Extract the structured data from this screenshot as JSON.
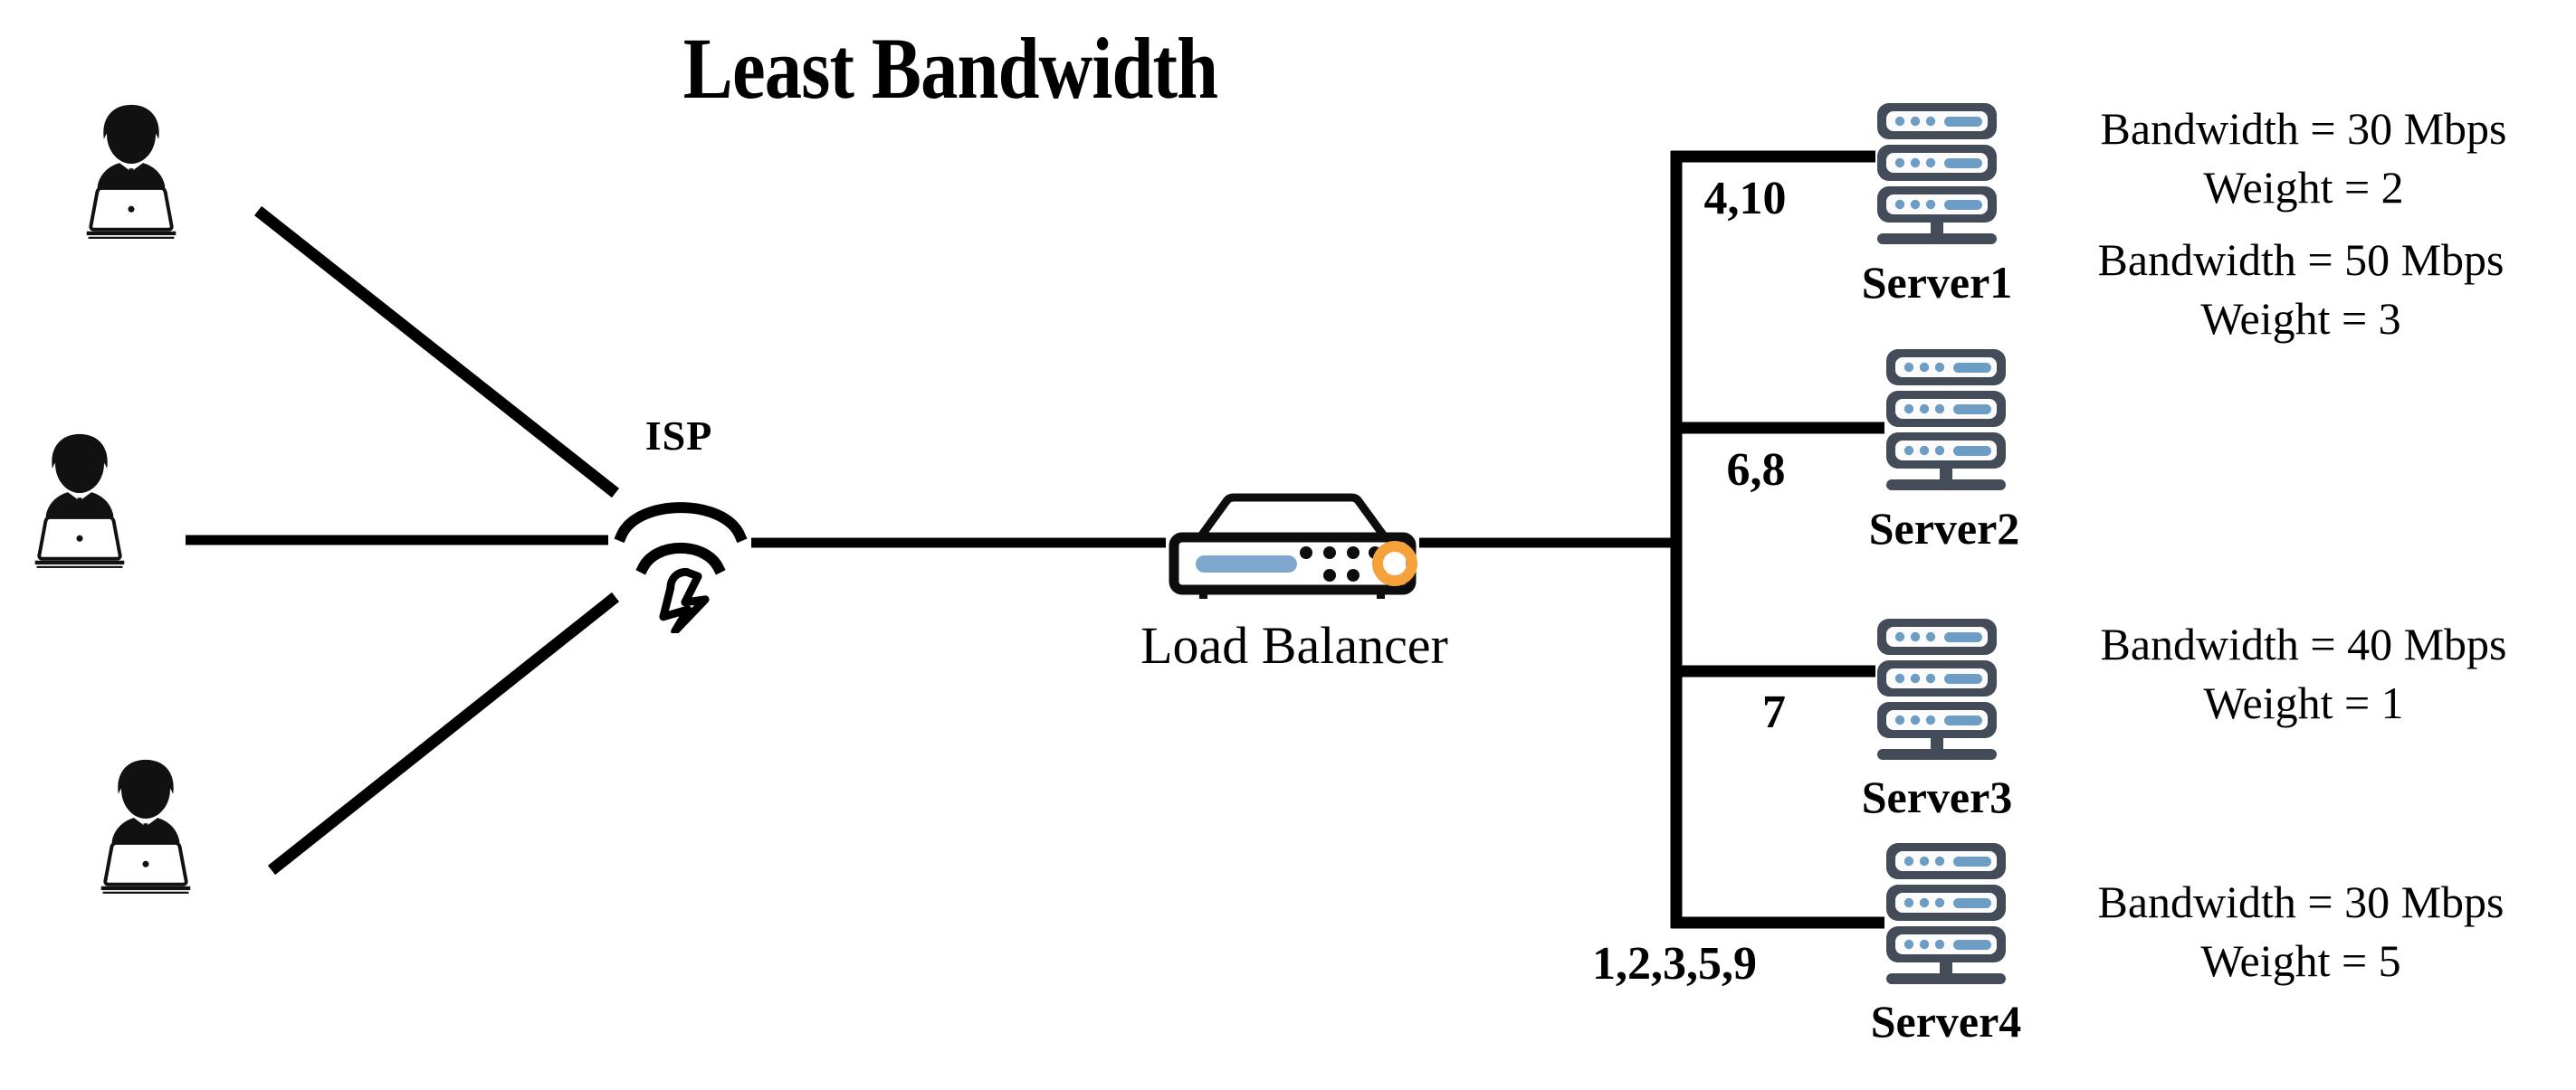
{
  "title": "Least Bandwidth",
  "isp": {
    "label": "ISP",
    "icon": "wifi-lightning-icon"
  },
  "load_balancer": {
    "label": "Load Balancer",
    "icon": "router-device-icon"
  },
  "clients": [
    {
      "name": "client-1",
      "icon": "person-laptop-icon"
    },
    {
      "name": "client-2",
      "icon": "person-laptop-icon"
    },
    {
      "name": "client-3",
      "icon": "person-laptop-icon"
    }
  ],
  "servers": [
    {
      "name": "Server1",
      "bandwidth": "Bandwidth = 30 Mbps",
      "weight": "Weight = 2",
      "requests": "4,10",
      "icon": "server-rack-icon"
    },
    {
      "name": "Server2",
      "bandwidth": "Bandwidth = 50 Mbps",
      "weight": "Weight = 3",
      "requests": "6,8",
      "icon": "server-rack-icon"
    },
    {
      "name": "Server3",
      "bandwidth": "Bandwidth = 40 Mbps",
      "weight": "Weight = 1",
      "requests": "7",
      "icon": "server-rack-icon"
    },
    {
      "name": "Server4",
      "bandwidth": "Bandwidth = 30 Mbps",
      "weight": "Weight = 5",
      "requests": "1,2,3,5,9",
      "icon": "server-rack-icon"
    }
  ],
  "colors": {
    "line": "#000000",
    "server_body": "#434c58",
    "server_accent": "#6d9dc5",
    "server_face": "#fbfbfb",
    "lb_accent": "#f5a23c",
    "lb_bar": "#7da7cc",
    "background": "#ffffff"
  }
}
